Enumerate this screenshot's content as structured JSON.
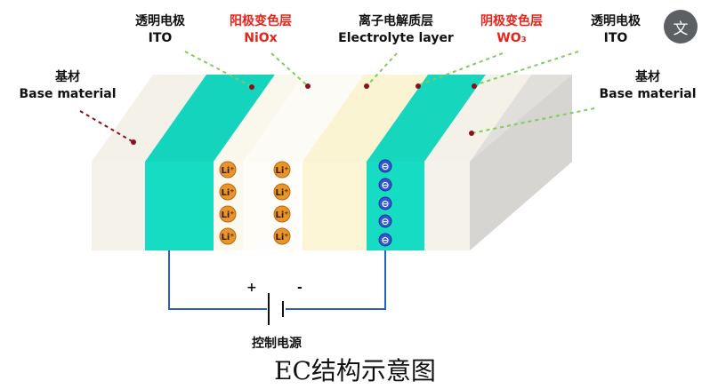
{
  "labels": {
    "base_left": {
      "zh": "基材",
      "en": "Base material"
    },
    "ito_left": {
      "zh": "透明电极",
      "en": "ITO"
    },
    "anode_layer": {
      "zh": "阳极变色层",
      "en": "NiOx"
    },
    "electrolyte": {
      "zh": "离子电解质层",
      "en": "Electrolyte layer"
    },
    "cathode_layer": {
      "zh": "阴极变色层",
      "en": "WO₃"
    },
    "ito_right": {
      "zh": "透明电极",
      "en": "ITO"
    },
    "base_right": {
      "zh": "基材",
      "en": "Base material"
    }
  },
  "ions": {
    "left_col": [
      "Li⁺",
      "Li⁺",
      "Li⁺",
      "Li⁺"
    ],
    "right_col": [
      "Li⁺",
      "Li⁺",
      "Li⁺",
      "Li⁺"
    ]
  },
  "electrons": [
    "⊖",
    "⊖",
    "⊖",
    "⊖",
    "⊖"
  ],
  "circuit": {
    "plus": "+",
    "minus": "-",
    "label": "控制电源"
  },
  "caption": "EC结构示意图",
  "translate_icon": "文",
  "colors": {
    "teal": "#17dcc4",
    "label_red": "#e8241a",
    "leader_green": "#7ccf5a",
    "leader_dot": "#8a1020",
    "wire": "#2a5ec9"
  }
}
